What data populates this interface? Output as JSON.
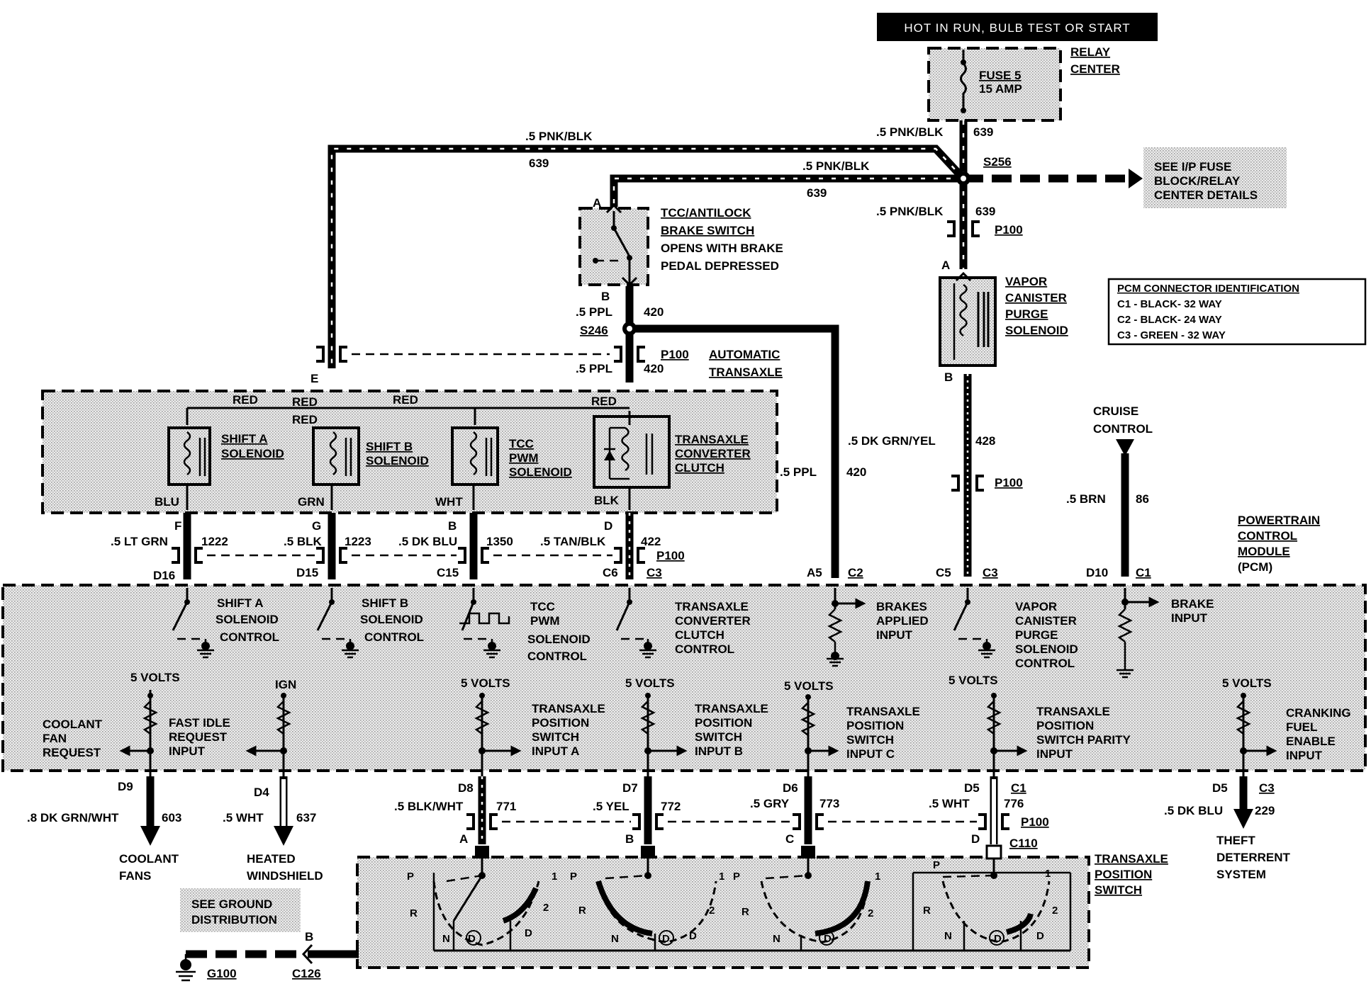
{
  "header": {
    "power_source": "HOT IN RUN, BULB TEST OR START"
  },
  "relay_center": {
    "label_line1": "RELAY",
    "label_line2": "CENTER",
    "fuse_line1": "FUSE 5",
    "fuse_line2": "15 AMP"
  },
  "see_ip": {
    "line1": "SEE I/P FUSE",
    "line2": "BLOCK/RELAY",
    "line3": "CENTER DETAILS"
  },
  "splices": {
    "s256": "S256",
    "s246": "S246"
  },
  "connectors": {
    "p100": "P100",
    "c1": "C1",
    "c2": "C2",
    "c3": "C3",
    "c110": "C110",
    "c126": "C126",
    "g100": "G100"
  },
  "wires": {
    "pnk_blk": ".5 PNK/BLK",
    "c639": "639",
    "ppl": ".5 PPL",
    "c420": "420",
    "dkgrn_yel": ".5 DK GRN/YEL",
    "c428": "428",
    "brn": ".5 BRN",
    "c86": "86",
    "ltgrn": ".5 LT GRN",
    "c1222": "1222",
    "blk": ".5 BLK",
    "c1223": "1223",
    "dkblu": ".5 DK BLU",
    "c1350": "1350",
    "tanblk": ".5 TAN/BLK",
    "c422": "422",
    "dkgrnwht": ".8 DK GRN/WHT",
    "c603": "603",
    "wht": ".5 WHT",
    "c637": "637",
    "blkwht": ".5 BLK/WHT",
    "c771": "771",
    "yel": ".5 YEL",
    "c772": "772",
    "gry": ".5 GRY",
    "c773": "773",
    "wht2": ".5 WHT",
    "c776": "776",
    "dkblu2": ".5 DK BLU",
    "c229": "229"
  },
  "tcc_switch": {
    "line1": "TCC/ANTILOCK",
    "line2": "BRAKE SWITCH",
    "line3": "OPENS  WITH BRAKE",
    "line4": "PEDAL DEPRESSED"
  },
  "automatic_transaxle": {
    "line1": "AUTOMATIC",
    "line2": "TRANSAXLE"
  },
  "vapor_solenoid": {
    "line1": "VAPOR",
    "line2": "CANISTER",
    "line3": "PURGE",
    "line4": "SOLENOID"
  },
  "pcm_id": {
    "title": "PCM CONNECTOR IDENTIFICATION",
    "c1": "C1 - BLACK- 32 WAY",
    "c2": "C2 - BLACK- 24 WAY",
    "c3": "C3 - GREEN - 32 WAY"
  },
  "cruise": {
    "line1": "CRUISE",
    "line2": "CONTROL"
  },
  "solenoids": {
    "shift_a": [
      "SHIFT A",
      "SOLENOID"
    ],
    "shift_b": [
      "SHIFT B",
      "SOLENOID"
    ],
    "tcc_pwm": [
      "TCC",
      "PWM",
      "SOLENOID"
    ],
    "tcc": [
      "TRANSAXLE",
      "CONVERTER",
      "CLUTCH"
    ]
  },
  "wire_colors": {
    "red": "RED",
    "blu": "BLU",
    "grn": "GRN",
    "wht": "WHT",
    "blk": "BLK"
  },
  "pins": {
    "A": "A",
    "B": "B",
    "C": "C",
    "D": "D",
    "E": "E",
    "F": "F",
    "G": "G",
    "D16": "D16",
    "D15": "D15",
    "C15": "C15",
    "C6": "C6",
    "A5": "A5",
    "C5": "C5",
    "D10": "D10",
    "D9": "D9",
    "D4": "D4",
    "D8": "D8",
    "D7": "D7",
    "D6": "D6",
    "D5": "D5"
  },
  "pcm": {
    "line1": "POWERTRAIN",
    "line2": "CONTROL",
    "line3": "MODULE",
    "line4": "(PCM)"
  },
  "pcm_blocks": {
    "shift_a_ctrl": [
      "SHIFT A",
      "SOLENOID",
      "CONTROL"
    ],
    "shift_b_ctrl": [
      "SHIFT B",
      "SOLENOID",
      "CONTROL"
    ],
    "tcc_pwm_ctrl": [
      "TCC",
      "PWM",
      "SOLENOID",
      "CONTROL"
    ],
    "tcc_ctrl": [
      "TRANSAXLE",
      "CONVERTER",
      "CLUTCH",
      "CONTROL"
    ],
    "brakes": [
      "BRAKES",
      "APPLIED",
      "INPUT"
    ],
    "vapor_ctrl": [
      "VAPOR",
      "CANISTER",
      "PURGE",
      "SOLENOID",
      "CONTROL"
    ],
    "brake_input": [
      "BRAKE",
      "INPUT"
    ],
    "coolant_fan": [
      "COOLANT",
      "FAN",
      "REQUEST"
    ],
    "fast_idle": [
      "FAST IDLE",
      "REQUEST",
      "INPUT"
    ],
    "tps_a": [
      "TRANSAXLE",
      "POSITION",
      "SWITCH",
      "INPUT A"
    ],
    "tps_b": [
      "TRANSAXLE",
      "POSITION",
      "SWITCH",
      "INPUT B"
    ],
    "tps_c": [
      "TRANSAXLE",
      "POSITION",
      "SWITCH",
      "INPUT C"
    ],
    "tps_parity": [
      "TRANSAXLE",
      "POSITION",
      "SWITCH PARITY",
      "INPUT"
    ],
    "cranking": [
      "CRANKING",
      "FUEL",
      "ENABLE",
      "INPUT"
    ],
    "five_volts": "5 VOLTS",
    "ign": "IGN"
  },
  "outputs": {
    "coolant_fans": [
      "COOLANT",
      "FANS"
    ],
    "heated_windshield": [
      "HEATED",
      "WINDSHIELD"
    ],
    "theft": [
      "THEFT",
      "DETERRENT",
      "SYSTEM"
    ]
  },
  "tps_switch": {
    "line1": "TRANSAXLE",
    "line2": "POSITION",
    "line3": "SWITCH",
    "P": "P",
    "R": "R",
    "N": "N",
    "D": "D",
    "one": "1",
    "two": "2"
  },
  "ground": {
    "line1": "SEE GROUND",
    "line2": "DISTRIBUTION"
  }
}
